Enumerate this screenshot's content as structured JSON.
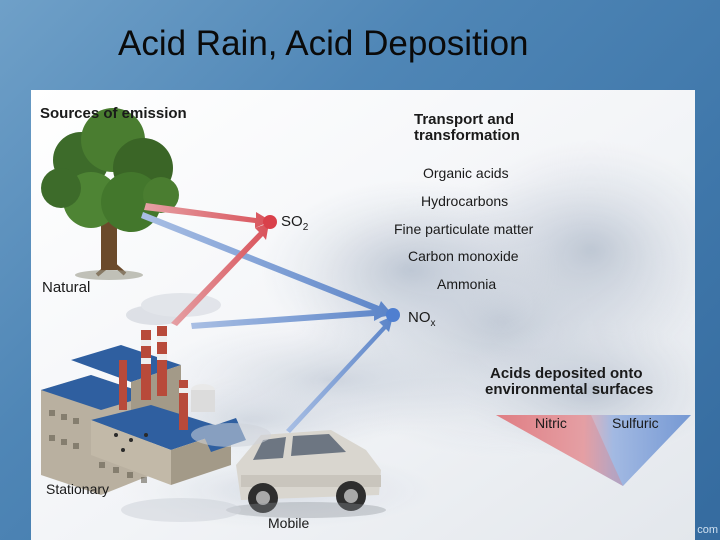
{
  "slide": {
    "title": "Acid Rain, Acid Deposition",
    "watermark": "com"
  },
  "diagram": {
    "sources_heading": "Sources of emission",
    "source_natural": "Natural",
    "source_stationary": "Stationary",
    "source_mobile": "Mobile",
    "transport_heading_line1": "Transport and",
    "transport_heading_line2": "transformation",
    "pollutants": [
      "Organic acids",
      "Hydrocarbons",
      "Fine particulate matter",
      "Carbon monoxide",
      "Ammonia"
    ],
    "so2_base": "SO",
    "so2_sub": "2",
    "nox_base": "NO",
    "nox_sub": "x",
    "deposited_line1": "Acids deposited onto",
    "deposited_line2": "environmental surfaces",
    "acid_nitric": "Nitric",
    "acid_sulfuric": "Sulfuric",
    "colors": {
      "sulfur_red": "#d9525a",
      "nitrogen_blue": "#5b84c8",
      "slide_blue": "#4f86b6"
    }
  }
}
